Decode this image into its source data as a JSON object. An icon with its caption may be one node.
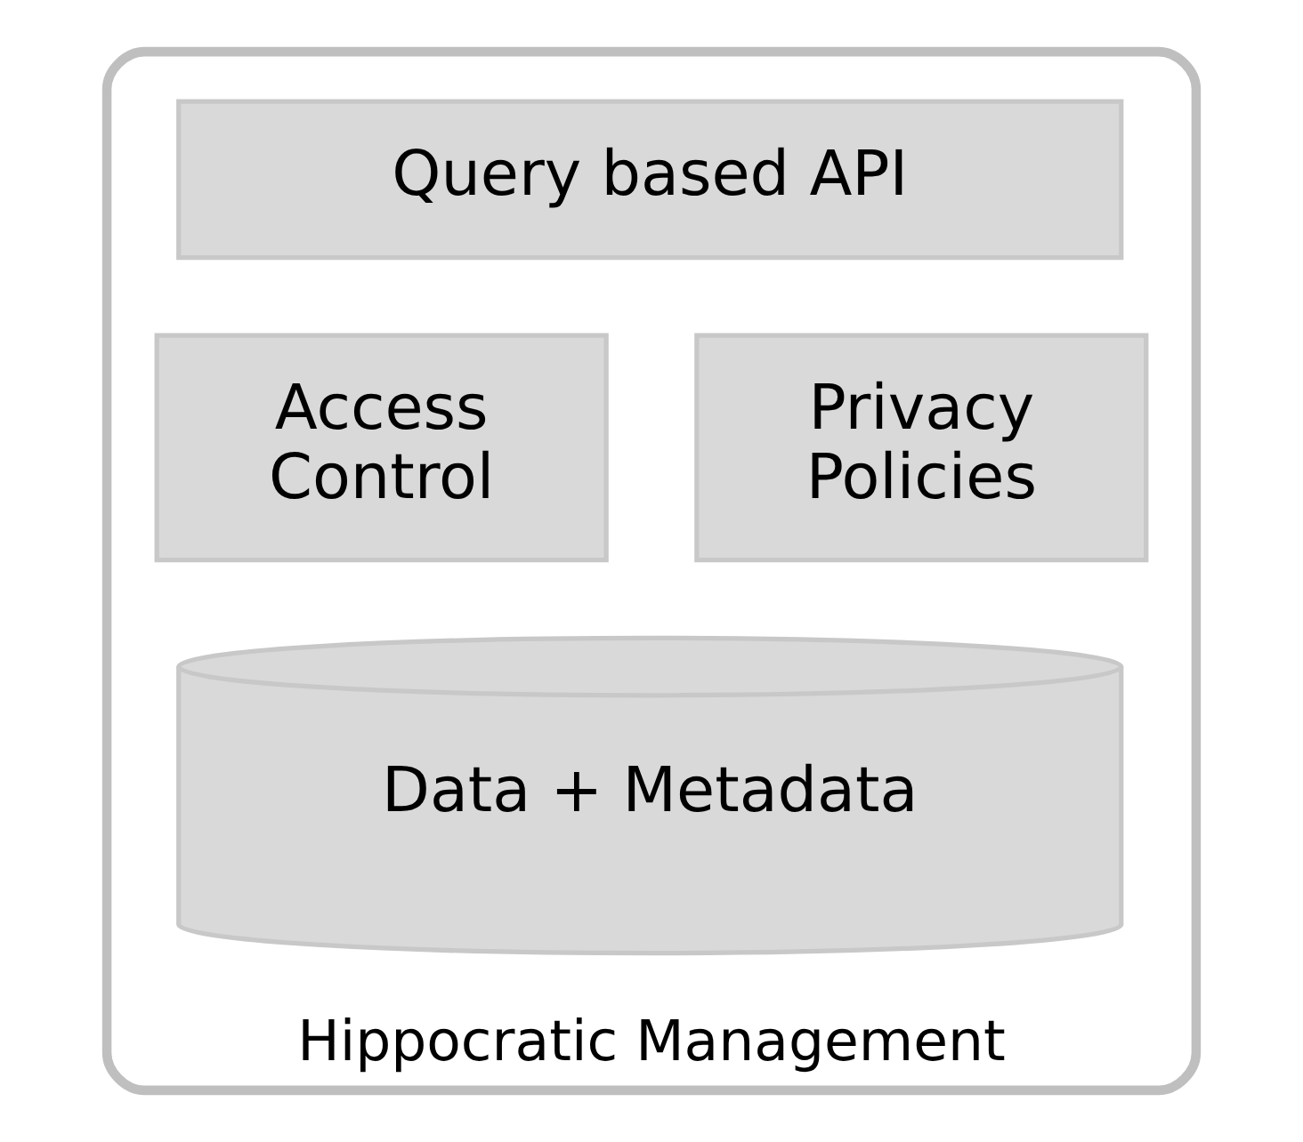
{
  "diagram": {
    "nodes": [
      {
        "text": [
          "Hippocratic Management"
        ]
      },
      {
        "text": [
          "Query based API"
        ],
        "in": 0
      },
      {
        "text": [
          "Access Control"
        ],
        "in": 0
      },
      {
        "text": [
          "Privacy Policies"
        ],
        "in": 0
      },
      {
        "text": [
          "Data + Metadata"
        ],
        "in": 0
      }
    ]
  }
}
